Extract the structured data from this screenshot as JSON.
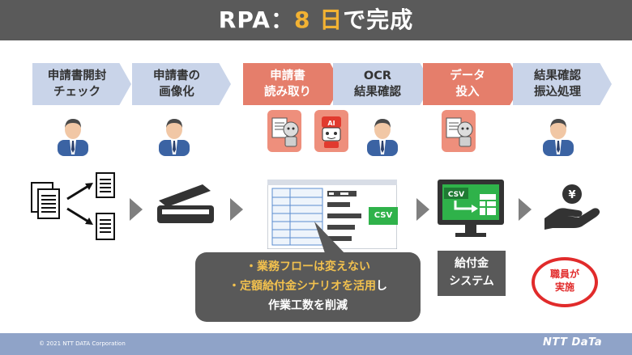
{
  "title": {
    "prefix": "RPA：",
    "highlight": "8 日",
    "suffix": "で完成"
  },
  "process_steps": [
    {
      "line1": "申請書開封",
      "line2": "チェック"
    },
    {
      "line1": "申請書の",
      "line2": "画像化"
    },
    {
      "line1": "申請書",
      "line2": "読み取り"
    },
    {
      "line1": "OCR",
      "line2": "結果確認"
    },
    {
      "line1": "データ",
      "line2": "投入"
    },
    {
      "line1": "結果確認",
      "line2": "振込処理"
    }
  ],
  "robot_ai_label": "AI",
  "csv_label": "CSV",
  "system_csv_label": "CSV",
  "callout": {
    "line1": "・業務フローは変えない",
    "line2_highlight": "・定額給付金シナリオを活用",
    "line2_rest": "し",
    "line3": "作業工数を削減"
  },
  "system_label": {
    "line1": "給付金",
    "line2": "システム"
  },
  "stamp": {
    "line1": "職員が",
    "line2": "実施"
  },
  "footer": {
    "copyright": "© 2021 NTT DATA Corporation",
    "logo": "NTT DaTa"
  },
  "colors": {
    "title_bg": "#5a5a5a",
    "accent": "#f2b233",
    "chev_blue": "#c9d4e9",
    "chev_red": "#e57e6b",
    "footer": "#8fa3c8",
    "csv_green": "#2fb24a",
    "stamp_red": "#e12b2b"
  }
}
